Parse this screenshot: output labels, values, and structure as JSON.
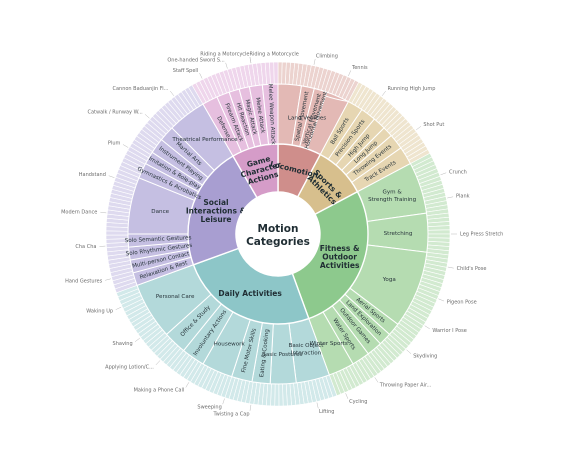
{
  "center": {
    "line1": "Motion",
    "line2": "Categories"
  },
  "categories": [
    {
      "id": "locomotion",
      "name": [
        "Locomotion"
      ],
      "start": 0,
      "end": 28,
      "color": "#cf8e8b",
      "light": "#e3b9b5",
      "outer": "#ecd3cf",
      "subs": [
        {
          "name": "Land Vehicles",
          "end": 28
        },
        {
          "name": "Horizontal Movement",
          "end": 9
        },
        {
          "name": "Spatial Movement",
          "end": 14
        },
        {
          "name": "Vertical Movement",
          "end": 19
        }
      ],
      "outer_labels": [
        {
          "name": "Riding a Motorcycle",
          "angle": -9
        },
        {
          "name": "Climbing",
          "angle": 12
        }
      ]
    },
    {
      "id": "sports",
      "name": [
        "Sports &",
        "Athletics"
      ],
      "start": 28,
      "end": 62,
      "color": "#d7bf8d",
      "light": "#e6d6b2",
      "outer": "#efe5cf",
      "subs": [
        {
          "name": "Ball Sports",
          "end": 34
        },
        {
          "name": "Precision Sports",
          "end": 40
        },
        {
          "name": "High Jump",
          "end": 45
        },
        {
          "name": "Long Jump",
          "end": 49
        },
        {
          "name": "Throwing Events",
          "end": 55
        },
        {
          "name": "Track Events",
          "end": 62
        }
      ],
      "outer_labels": [
        {
          "name": "Tennis",
          "angle": 24
        },
        {
          "name": "Running High Jump",
          "angle": 37
        },
        {
          "name": "Shot Put",
          "angle": 53
        },
        {
          "name": "Crunch",
          "angle": 70
        }
      ]
    },
    {
      "id": "fitness",
      "name": [
        "Fitness &",
        "Outdoor",
        "Activities"
      ],
      "start": 62,
      "end": 160,
      "color": "#8dc98d",
      "light": "#b5dcb1",
      "outer": "#d2ead0",
      "subs": [
        {
          "name": "Gym & Strength Training",
          "end": 82
        },
        {
          "name": "Stretching",
          "end": 97
        },
        {
          "name": "Yoga",
          "end": 127
        },
        {
          "name": "Aerial Sports",
          "end": 132
        },
        {
          "name": "Land Exploration",
          "end": 137
        },
        {
          "name": "Outdoor Games",
          "end": 143
        },
        {
          "name": "Water Sports",
          "end": 150
        },
        {
          "name": "Winter Sports",
          "end": 160
        }
      ],
      "outer_labels": [
        {
          "name": "Plank",
          "angle": 78
        },
        {
          "name": "Leg Press Stretch",
          "angle": 90
        },
        {
          "name": "Child's Pose",
          "angle": 101
        },
        {
          "name": "Pigeon Pose",
          "angle": 112
        },
        {
          "name": "Warrior I Pose",
          "angle": 122
        },
        {
          "name": "Skydiving",
          "angle": 132
        },
        {
          "name": "Throwing Paper Air...",
          "angle": 146
        },
        {
          "name": "Cycling",
          "angle": 157
        }
      ]
    },
    {
      "id": "daily",
      "name": [
        "Daily Activities"
      ],
      "start": 160,
      "end": 250,
      "color": "#8dc6c8",
      "light": "#b3d9da",
      "outer": "#d2e9ea",
      "subs": [
        {
          "name": "Basic Object Interaction",
          "end": 173
        },
        {
          "name": "Basic Postures",
          "end": 183
        },
        {
          "name": "Eating & Cooking",
          "end": 190
        },
        {
          "name": "Fine Motor Skills",
          "end": 198
        },
        {
          "name": "Housework",
          "end": 210
        },
        {
          "name": "Involuntary Actions",
          "end": 219
        },
        {
          "name": "Office & Study",
          "end": 228
        },
        {
          "name": "Personal Care",
          "end": 250
        }
      ],
      "outer_labels": [
        {
          "name": "Lifting",
          "angle": 167
        },
        {
          "name": "Twisting a Cap",
          "angle": 189
        },
        {
          "name": "Sweeping",
          "angle": 198
        },
        {
          "name": "Making a Phone Call",
          "angle": 211
        },
        {
          "name": "Applying Lotion/C...",
          "angle": 223
        },
        {
          "name": "Shaving",
          "angle": 233
        },
        {
          "name": "Waking Up",
          "angle": 245
        }
      ]
    },
    {
      "id": "social",
      "name": [
        "Social",
        "Interactions &",
        "Leisure"
      ],
      "start": 250,
      "end": 330,
      "color": "#a89ed1",
      "light": "#c5bfe2",
      "outer": "#dedaef",
      "subs": [
        {
          "name": "Relaxation & Rest",
          "end": 255
        },
        {
          "name": "Multi-person Contact",
          "end": 260
        },
        {
          "name": "Solo Rhythmic Gestures",
          "end": 265
        },
        {
          "name": "Solo Semantic Gestures",
          "end": 270
        },
        {
          "name": "Dance",
          "end": 292
        },
        {
          "name": "Gymnastics & Acrobatics",
          "end": 298
        },
        {
          "name": "Imitation & Role-play",
          "end": 303
        },
        {
          "name": "Instrument Playing",
          "end": 309
        },
        {
          "name": "Martial Arts",
          "end": 315
        },
        {
          "name": "Theatrical Performance",
          "end": 330
        }
      ],
      "outer_labels": [
        {
          "name": "Hand Gestures",
          "angle": 255
        },
        {
          "name": "Cha Cha",
          "angle": 266
        },
        {
          "name": "Modern Dance",
          "angle": 277
        },
        {
          "name": "Handstand",
          "angle": 289
        },
        {
          "name": "Plum",
          "angle": 300
        },
        {
          "name": "Catwalk / Runway W...",
          "angle": 312
        },
        {
          "name": "Cannon Baduanjin Fi...",
          "angle": 323
        }
      ]
    },
    {
      "id": "game",
      "name": [
        "Game",
        "Character",
        "Actions"
      ],
      "start": 330,
      "end": 360,
      "color": "#d59cc8",
      "light": "#e6bfdf",
      "outer": "#efd6ec",
      "subs": [
        {
          "name": "Defense",
          "end": 336
        },
        {
          "name": "Firearm Attack",
          "end": 341
        },
        {
          "name": "Hit Reaction",
          "end": 345
        },
        {
          "name": "Magic Attack",
          "end": 349
        },
        {
          "name": "Melee Attack",
          "end": 354
        },
        {
          "name": "Melee Weapon Attack",
          "end": 360
        }
      ],
      "outer_labels": [
        {
          "name": "Staff Spell",
          "angle": 334
        },
        {
          "name": "One-handed Sword S...",
          "angle": 343
        },
        {
          "name": "Riding a Motorcycle",
          "angle": 351
        }
      ]
    }
  ]
}
